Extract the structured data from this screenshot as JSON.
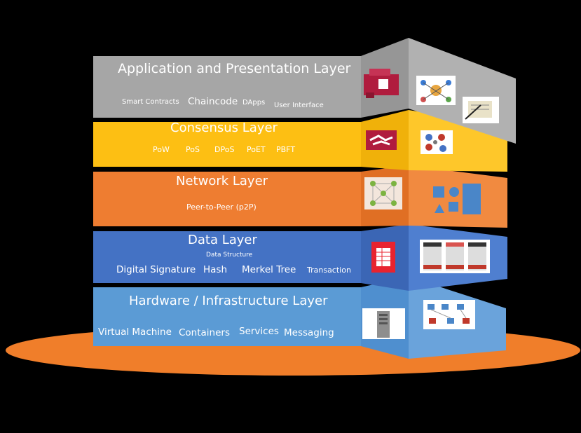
{
  "layers": [
    {
      "title": "Application and Presentation Layer",
      "items": [
        "Smart Contracts",
        "Chaincode",
        "DApps",
        "User Interface"
      ],
      "icons": [
        "application-server-icon",
        "application-network-icon",
        "document-pen-icon"
      ]
    },
    {
      "title": "Consensus Layer",
      "items": [
        "PoW",
        "PoS",
        "DPoS",
        "PoET",
        "PBFT"
      ],
      "icons": [
        "handshake-icon",
        "consensus-cycle-icon"
      ]
    },
    {
      "title": "Network Layer",
      "items": [
        "Peer-to-Peer  (p2P)"
      ],
      "icons": [
        "p2p-network-icon",
        "puzzle-shapes-icon"
      ]
    },
    {
      "title": "Data Layer",
      "subtitle": "Data Structure",
      "items": [
        "Digital Signature",
        "Hash",
        "Merkel Tree",
        "Transaction"
      ],
      "icons": [
        "ledger-document-icon",
        "block-chain-icon"
      ]
    },
    {
      "title": "Hardware / Infrastructure Layer",
      "items": [
        "Virtual Machine",
        "Containers",
        "Services",
        "Messaging"
      ],
      "icons": [
        "server-tower-icon",
        "infrastructure-network-icon"
      ]
    }
  ],
  "colors": {
    "background": "#000000",
    "application": "#a6a6a6",
    "consensus": "#fdbf13",
    "network": "#ee7d31",
    "data": "#4472c4",
    "hardware": "#5b9bd5",
    "platform": "#f07e2a"
  }
}
